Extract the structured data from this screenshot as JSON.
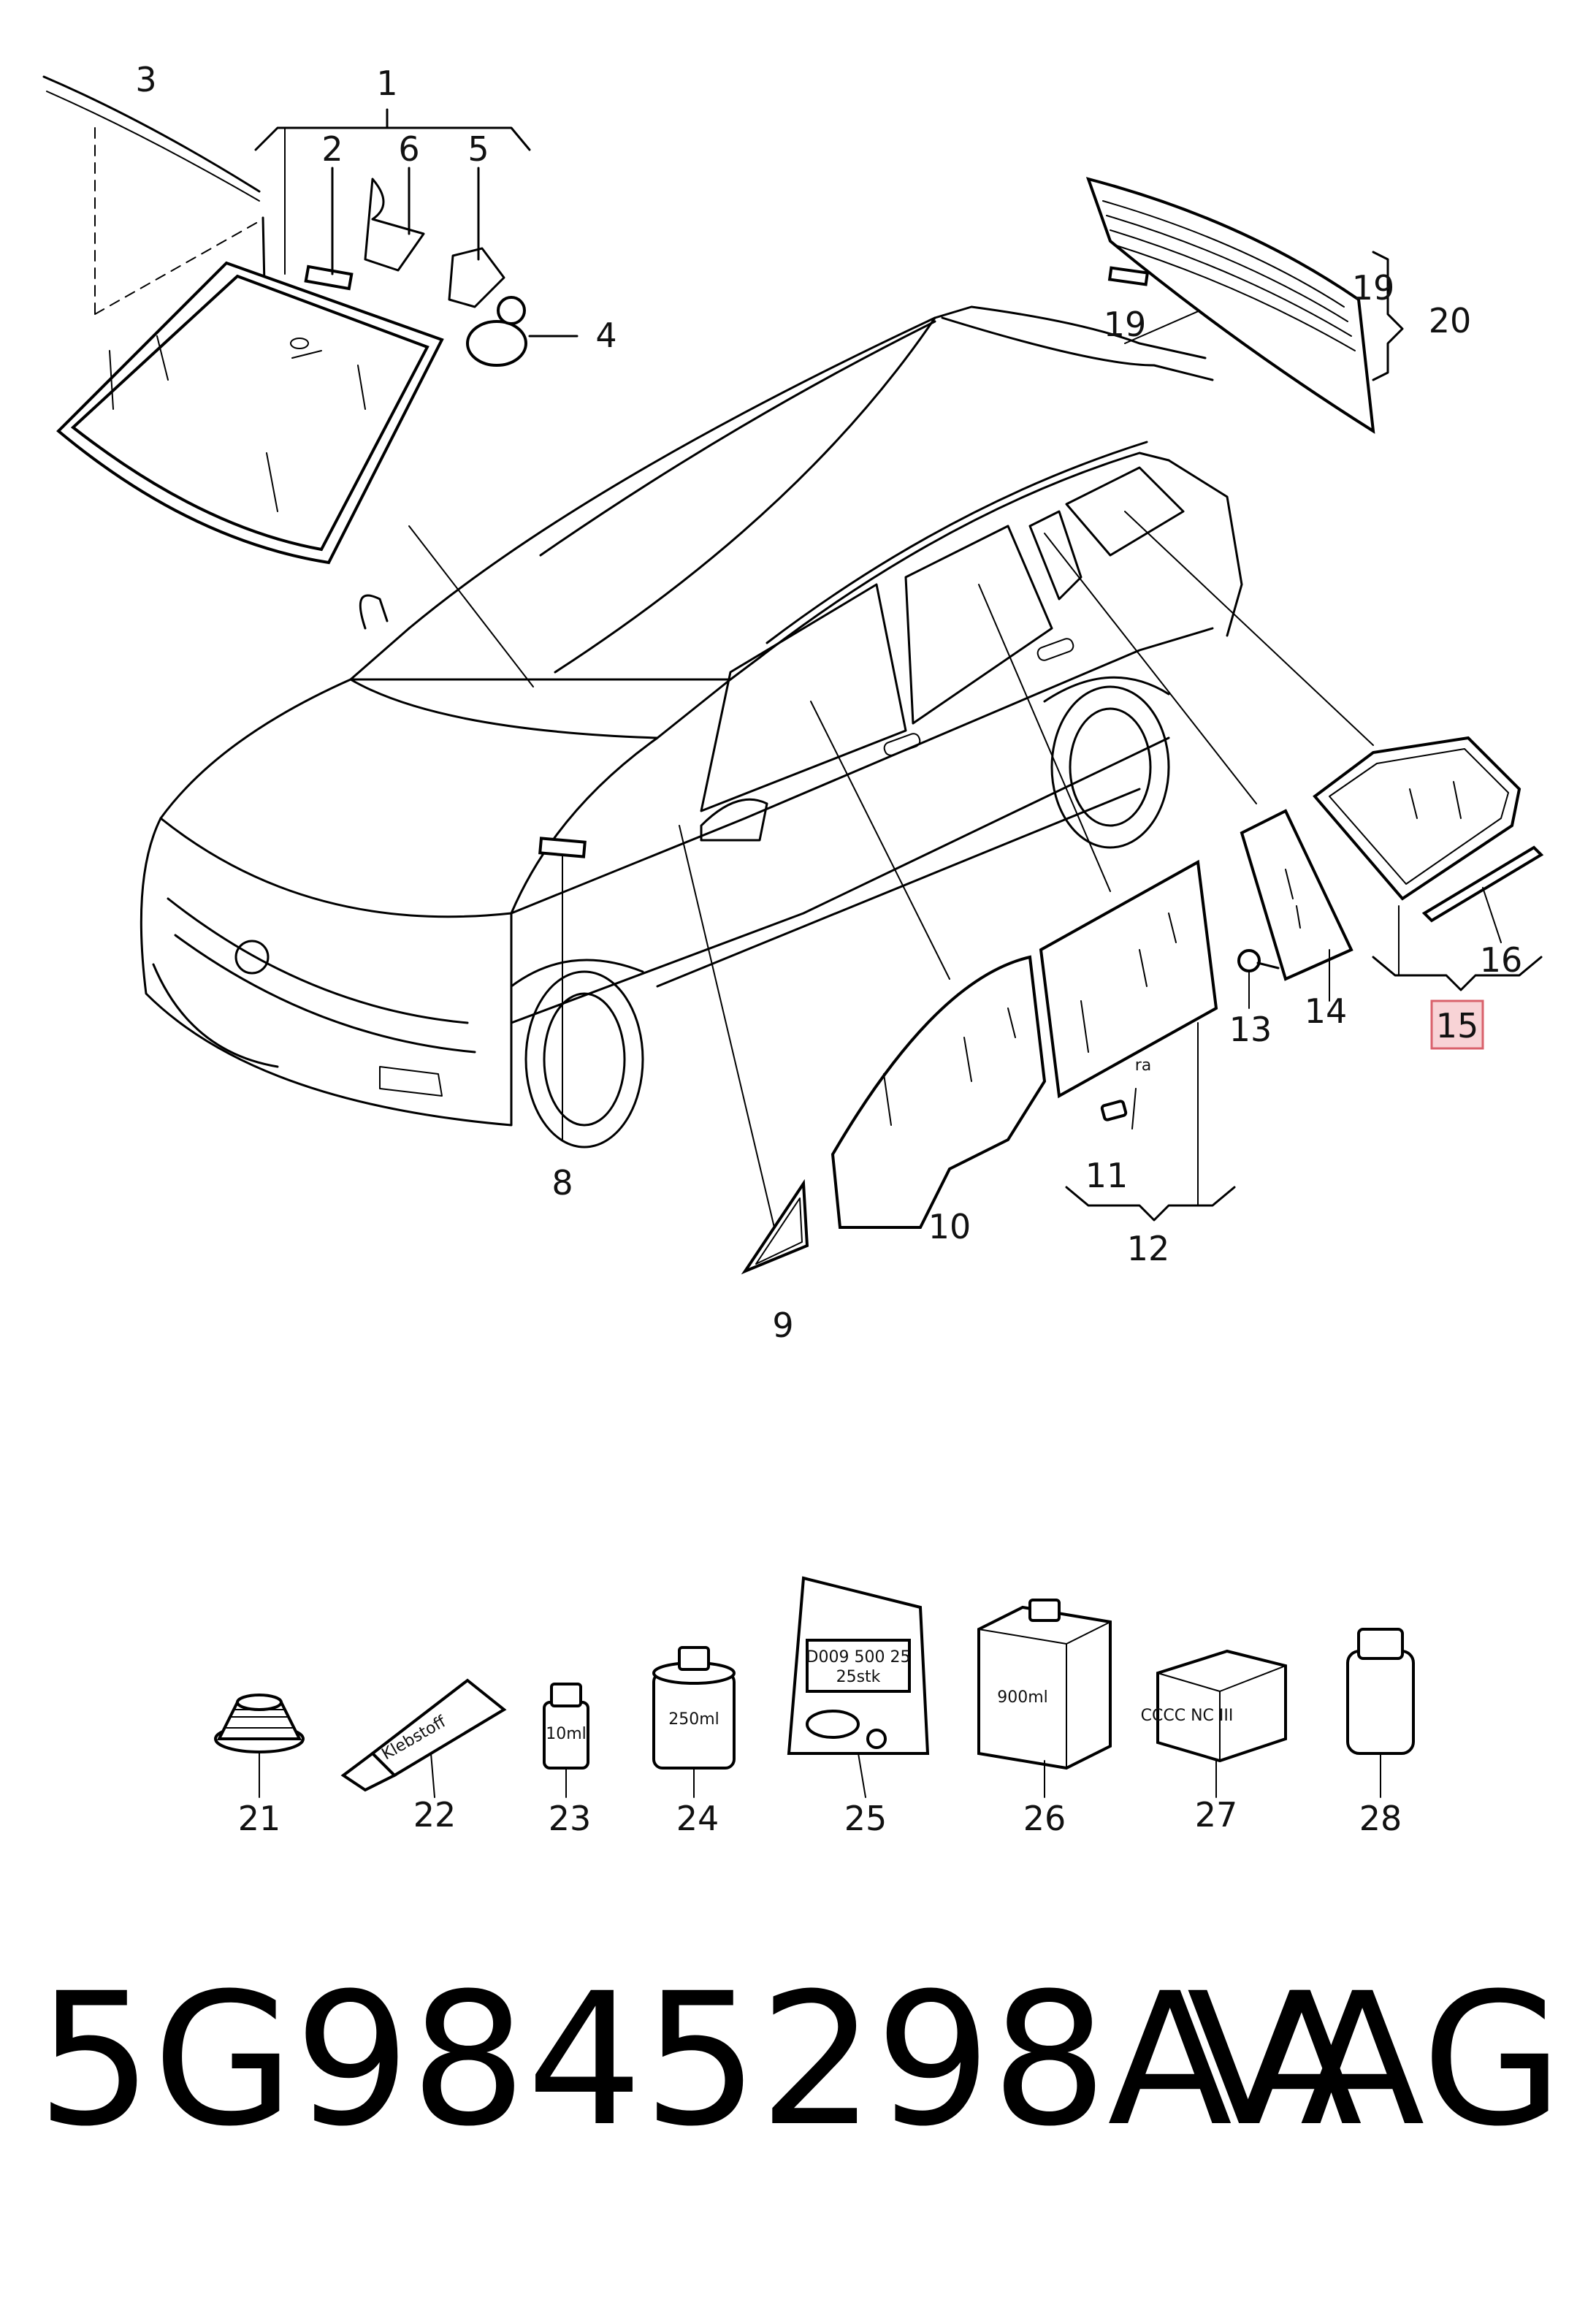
{
  "callouts": {
    "c1": "1",
    "c2": "2",
    "c3": "3",
    "c4": "4",
    "c5": "5",
    "c6": "6",
    "c7": "8",
    "c9": "9",
    "c10": "10",
    "c11": "11",
    "c12": "12",
    "c13": "13",
    "c14": "14",
    "c15": "15",
    "c16": "16",
    "c19a": "19",
    "c19b": "19",
    "c20": "20",
    "c21": "21",
    "c22": "22",
    "c23": "23",
    "c24": "24",
    "c25": "25",
    "c26": "26",
    "c27": "27",
    "c28": "28"
  },
  "product_labels": {
    "tube": "Klebstoff",
    "bottle_small": "10ml",
    "can": "250ml",
    "bag_line1": "D009 500 25",
    "bag_line2": "25stk",
    "box_large": "900ml",
    "box_small": "CCCC NC III"
  },
  "highlight_color": "#f8d3d6",
  "footer": {
    "part_number": "5G9845298AA",
    "brand": "VAG"
  }
}
